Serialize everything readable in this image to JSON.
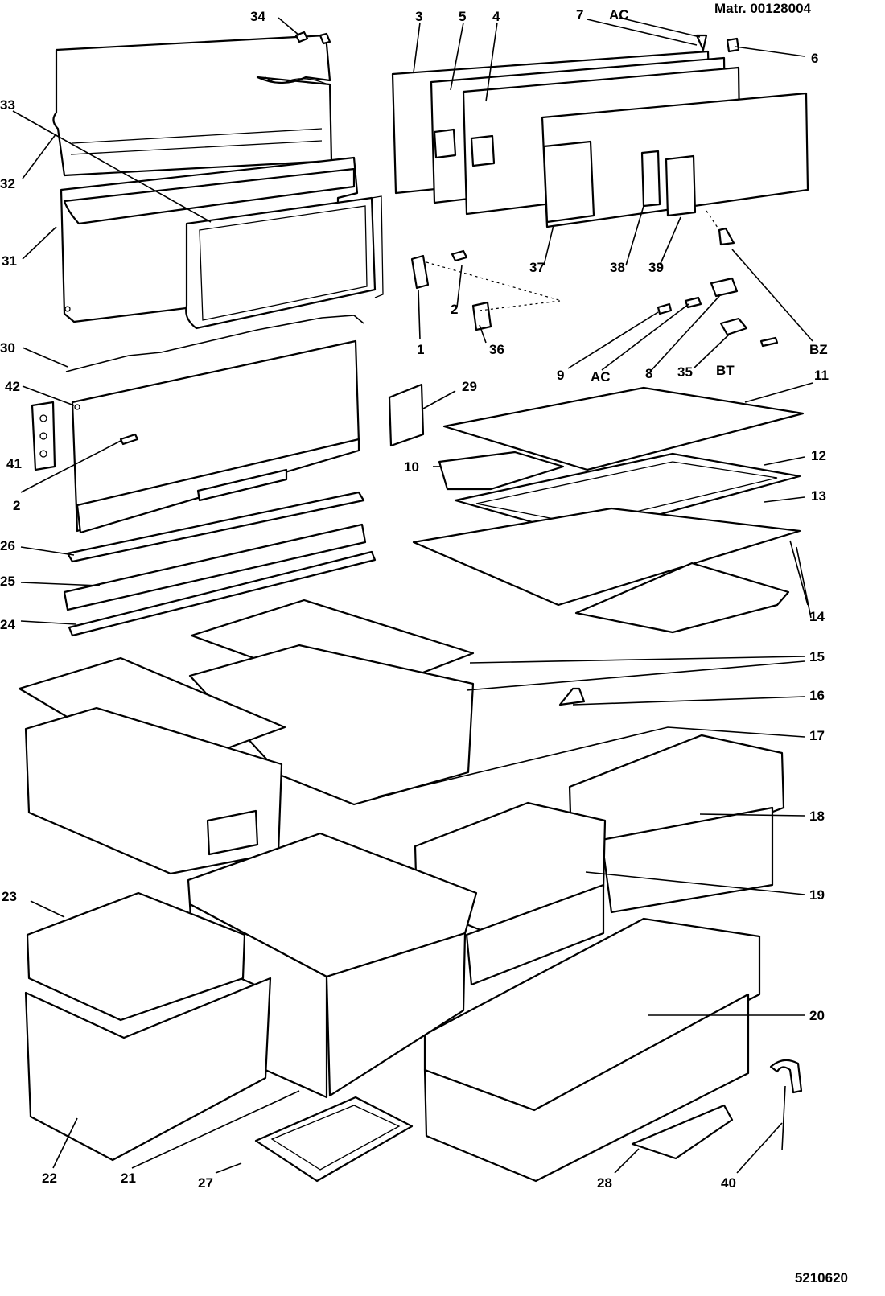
{
  "header": {
    "matr": "Matr. 00128004"
  },
  "footer": {
    "code": "5210620"
  },
  "callouts": [
    {
      "id": "34",
      "text": "34"
    },
    {
      "id": "33",
      "text": "33"
    },
    {
      "id": "32",
      "text": "32"
    },
    {
      "id": "31",
      "text": "31"
    },
    {
      "id": "30",
      "text": "30"
    },
    {
      "id": "42",
      "text": "42"
    },
    {
      "id": "41",
      "text": "41"
    },
    {
      "id": "2a",
      "text": "2"
    },
    {
      "id": "26",
      "text": "26"
    },
    {
      "id": "25",
      "text": "25"
    },
    {
      "id": "24",
      "text": "24"
    },
    {
      "id": "3",
      "text": "3"
    },
    {
      "id": "5",
      "text": "5"
    },
    {
      "id": "4",
      "text": "4"
    },
    {
      "id": "7",
      "text": "7"
    },
    {
      "id": "ac1",
      "text": "AC"
    },
    {
      "id": "6",
      "text": "6"
    },
    {
      "id": "37",
      "text": "37"
    },
    {
      "id": "38",
      "text": "38"
    },
    {
      "id": "39",
      "text": "39"
    },
    {
      "id": "2b",
      "text": "2"
    },
    {
      "id": "1",
      "text": "1"
    },
    {
      "id": "36",
      "text": "36"
    },
    {
      "id": "9",
      "text": "9"
    },
    {
      "id": "ac2",
      "text": "AC"
    },
    {
      "id": "8",
      "text": "8"
    },
    {
      "id": "35",
      "text": "35"
    },
    {
      "id": "bt",
      "text": "BT"
    },
    {
      "id": "bz",
      "text": "BZ"
    },
    {
      "id": "29",
      "text": "29"
    },
    {
      "id": "11",
      "text": "11"
    },
    {
      "id": "10",
      "text": "10"
    },
    {
      "id": "12",
      "text": "12"
    },
    {
      "id": "13",
      "text": "13"
    },
    {
      "id": "14",
      "text": "14"
    },
    {
      "id": "15",
      "text": "15"
    },
    {
      "id": "16",
      "text": "16"
    },
    {
      "id": "17",
      "text": "17"
    },
    {
      "id": "18",
      "text": "18"
    },
    {
      "id": "19",
      "text": "19"
    },
    {
      "id": "20",
      "text": "20"
    },
    {
      "id": "23",
      "text": "23"
    },
    {
      "id": "22",
      "text": "22"
    },
    {
      "id": "21",
      "text": "21"
    },
    {
      "id": "27",
      "text": "27"
    },
    {
      "id": "28",
      "text": "28"
    },
    {
      "id": "40",
      "text": "40"
    }
  ]
}
